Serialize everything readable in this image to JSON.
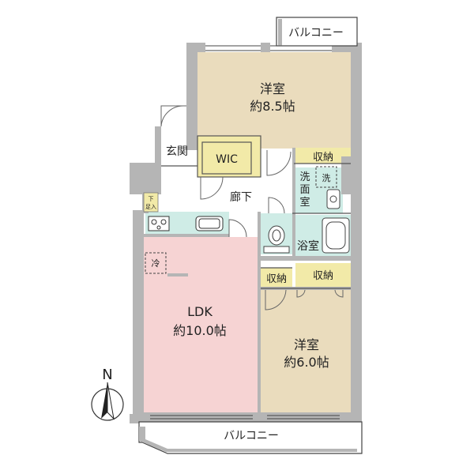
{
  "rooms": {
    "western_room_1": {
      "name": "洋室",
      "size": "約8.5帖"
    },
    "western_room_2": {
      "name": "洋室",
      "size": "約6.0帖"
    },
    "ldk": {
      "name": "LDK",
      "size": "約10.0帖"
    },
    "wic": "WIC",
    "entrance": "玄関",
    "hallway": "廊下",
    "washroom": [
      "洗",
      "面",
      "室"
    ],
    "bathroom": "浴室",
    "storage": "収納",
    "balcony": "バルコニー",
    "washer_mark": "洗",
    "fridge_mark": "冷",
    "shoe_box": [
      "下",
      "足入"
    ]
  },
  "compass": {
    "north_label": "N"
  },
  "colors": {
    "western_room": "#eadcbd",
    "ldk": "#f6d3d3",
    "wet_area": "#cfece6",
    "storage": "#f2eaa8",
    "wall": "#b5b5b5",
    "floor": "#ffffff"
  }
}
